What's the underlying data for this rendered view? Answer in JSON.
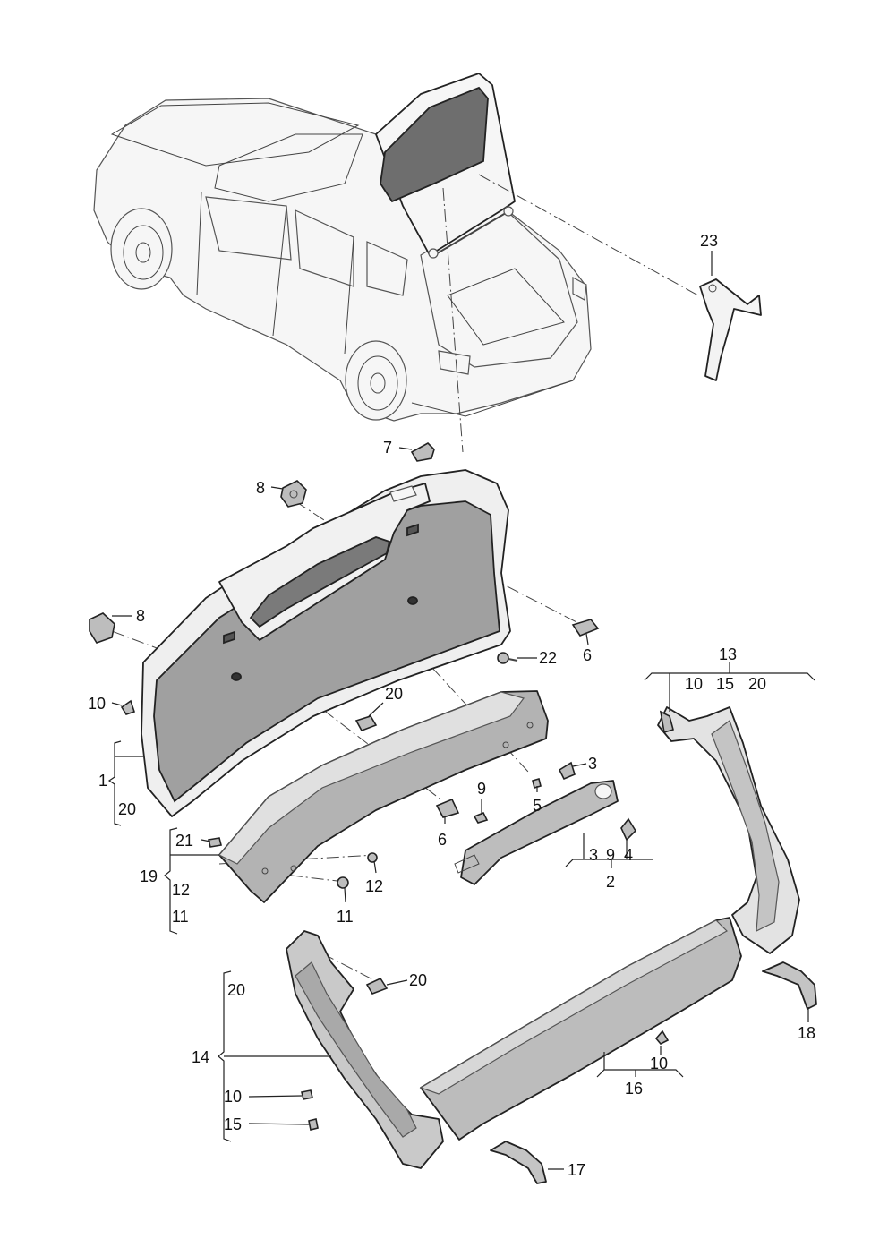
{
  "callouts": [
    {
      "id": "c23",
      "text": "23"
    },
    {
      "id": "c7",
      "text": "7"
    },
    {
      "id": "c8a",
      "text": "8"
    },
    {
      "id": "c8b",
      "text": "8"
    },
    {
      "id": "c22",
      "text": "22"
    },
    {
      "id": "c6a",
      "text": "6"
    },
    {
      "id": "c10a",
      "text": "10"
    },
    {
      "id": "c20a",
      "text": "20"
    },
    {
      "id": "c1",
      "text": "1"
    },
    {
      "id": "c1_20",
      "text": "20"
    },
    {
      "id": "c3",
      "text": "3"
    },
    {
      "id": "c9",
      "text": "9"
    },
    {
      "id": "c5",
      "text": "5"
    },
    {
      "id": "c6b",
      "text": "6"
    },
    {
      "id": "c2_3",
      "text": "3"
    },
    {
      "id": "c2_9",
      "text": "9"
    },
    {
      "id": "c2_4",
      "text": "4"
    },
    {
      "id": "c2",
      "text": "2"
    },
    {
      "id": "c21",
      "text": "21"
    },
    {
      "id": "c19",
      "text": "19"
    },
    {
      "id": "c19_12",
      "text": "12"
    },
    {
      "id": "c19_11",
      "text": "11"
    },
    {
      "id": "c12",
      "text": "12"
    },
    {
      "id": "c11",
      "text": "11"
    },
    {
      "id": "c13",
      "text": "13"
    },
    {
      "id": "c13_10",
      "text": "10"
    },
    {
      "id": "c13_15",
      "text": "15"
    },
    {
      "id": "c13_20",
      "text": "20"
    },
    {
      "id": "c20b",
      "text": "20"
    },
    {
      "id": "c14",
      "text": "14"
    },
    {
      "id": "c14_20",
      "text": "20"
    },
    {
      "id": "c14_10",
      "text": "10"
    },
    {
      "id": "c14_15",
      "text": "15"
    },
    {
      "id": "c18",
      "text": "18"
    },
    {
      "id": "c10b",
      "text": "10"
    },
    {
      "id": "c16",
      "text": "16"
    },
    {
      "id": "c17",
      "text": "17"
    }
  ]
}
